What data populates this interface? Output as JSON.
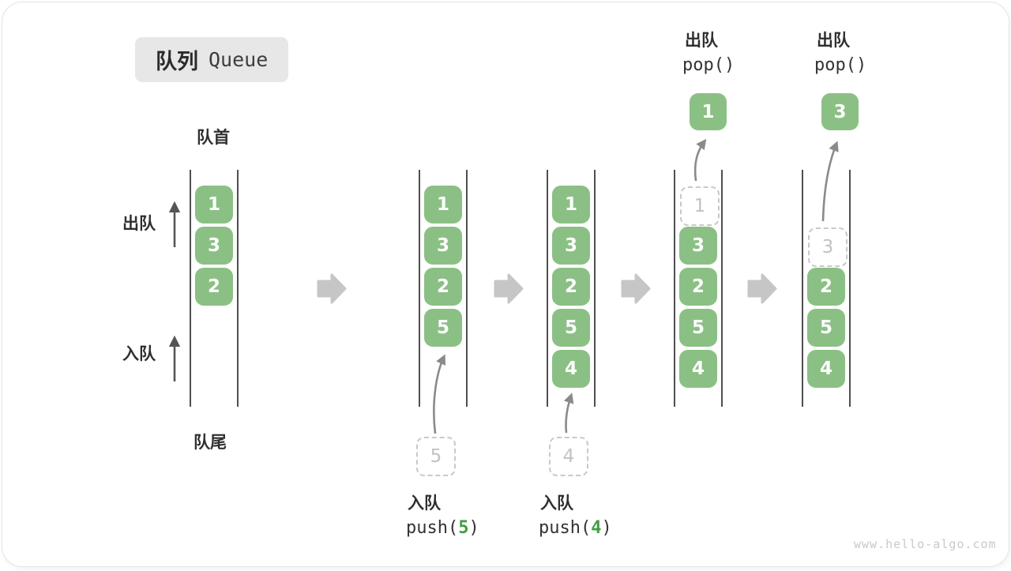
{
  "title": {
    "zh": "队列",
    "en": "Queue"
  },
  "side_labels": {
    "front": "队首",
    "rear": "队尾",
    "dequeue": "出队",
    "enqueue": "入队"
  },
  "operations": {
    "push5": {
      "label_zh": "入队",
      "code_pre": "push(",
      "code_arg": "5",
      "code_post": ")"
    },
    "push4": {
      "label_zh": "入队",
      "code_pre": "push(",
      "code_arg": "4",
      "code_post": ")"
    },
    "pop1": {
      "label_zh": "出队",
      "code": "pop()"
    },
    "pop3": {
      "label_zh": "出队",
      "code": "pop()"
    }
  },
  "states": [
    {
      "cells": [
        "1",
        "3",
        "2"
      ]
    },
    {
      "cells": [
        "1",
        "3",
        "2",
        "5"
      ],
      "pending": "5"
    },
    {
      "cells": [
        "1",
        "3",
        "2",
        "5",
        "4"
      ],
      "pending": "4"
    },
    {
      "cells": [
        "3",
        "2",
        "5",
        "4"
      ],
      "ghost": "1",
      "popped": "1"
    },
    {
      "cells": [
        "2",
        "5",
        "4"
      ],
      "ghost": "3",
      "popped": "3"
    }
  ],
  "watermark": "www.hello-algo.com",
  "colors": {
    "cell_green": "#8bc085",
    "code_green": "#3f9e44",
    "wall_gray": "#4f4f4f",
    "block_arrow_gray": "#c6c6c6",
    "dashed_border_gray": "#c9c9c9",
    "text_dark": "#2f2f2f"
  }
}
